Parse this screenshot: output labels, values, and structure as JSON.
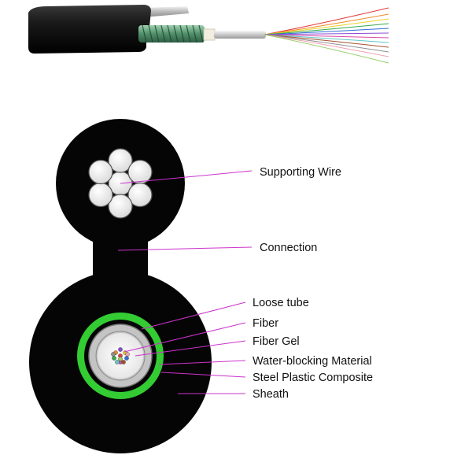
{
  "labels": {
    "supporting_wire": "Supporting Wire",
    "connection": "Connection",
    "loose_tube": "Loose tube",
    "fiber": "Fiber",
    "fiber_gel": "Fiber Gel",
    "water_blocking": "Water-blocking Material",
    "steel_plastic": "Steel Plastic Composite",
    "sheath": "Sheath"
  },
  "colors": {
    "sheath": "#050505",
    "steel_plastic_composite": "#33cc33",
    "loose_tube": "#bfbfbf",
    "fiber_gel": "#ffffff",
    "leader_line": "#cc33cc",
    "armor": "#4f8f6a",
    "fiber_fan": [
      "#e23b3b",
      "#f08c2a",
      "#e8d22a",
      "#3aa84a",
      "#2f6fd6",
      "#8a4bd6",
      "#d64ba8",
      "#5fc7c7",
      "#a0522d",
      "#8f8f8f",
      "#f2a0b0",
      "#9ad06a"
    ]
  }
}
